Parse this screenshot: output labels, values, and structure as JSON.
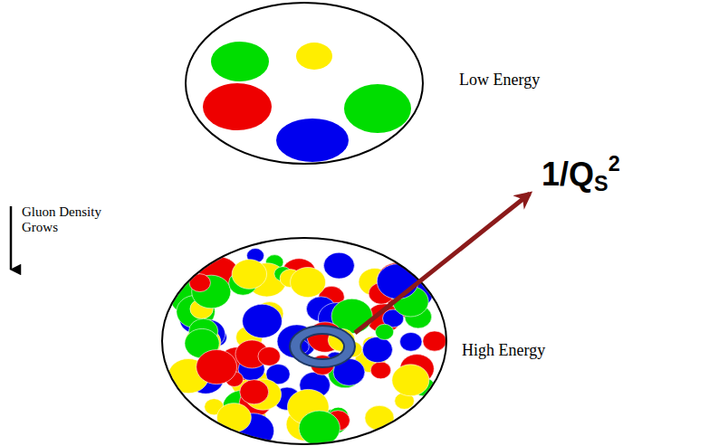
{
  "diagram": {
    "labels": [
      "Low Energy",
      "Gluon Density Grows",
      "1/QS2",
      "High Energy"
    ]
  }
}
